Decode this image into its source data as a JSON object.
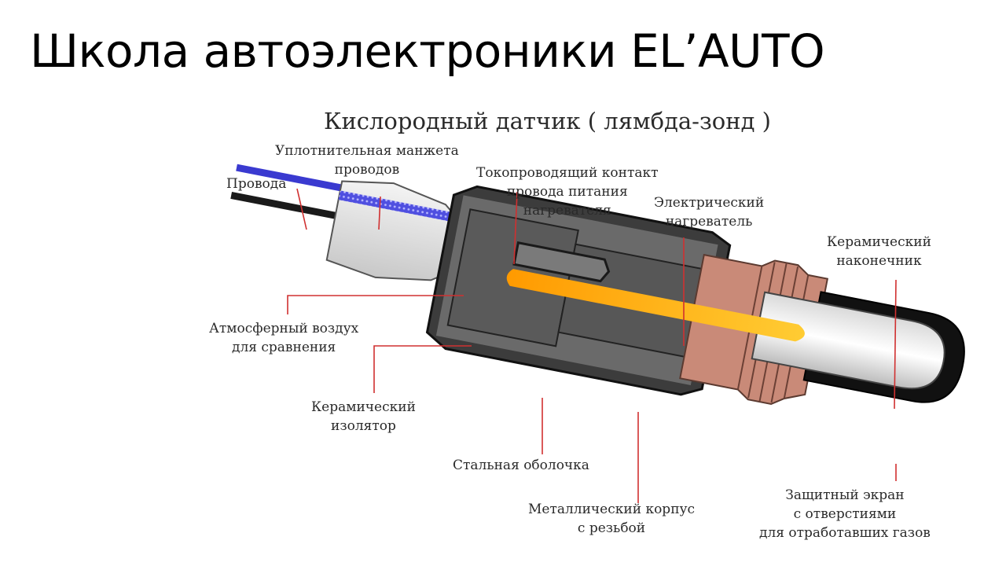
{
  "slide": {
    "title": "Школа автоэлектроники EL’AUTO"
  },
  "diagram": {
    "title": "Кислородный датчик ( лямбда-зонд )",
    "labels": {
      "wires": "Провода",
      "seal_line1": "Уплотнительная манжета",
      "seal_line2": "проводов",
      "contact_line1": "Токопроводящий контакт",
      "contact_line2": "провода питания",
      "contact_line3": "нагревателя",
      "heater_line1": "Электрический",
      "heater_line2": "нагреватель",
      "tip_line1": "Керамический",
      "tip_line2": "наконечник",
      "air_line1": "Атмосферный воздух",
      "air_line2": "для сравнения",
      "insulator_line1": "Керамический",
      "insulator_line2": "изолятор",
      "shell": "Стальная оболочка",
      "body_line1": "Металлический корпус",
      "body_line2": "с резьбой",
      "shield_line1": "Защитный экран",
      "shield_line2": "с отверстиями",
      "shield_line3": "для отработавших газов"
    }
  },
  "colors": {
    "wire_blue": "#3a3ad0",
    "wire_black": "#1a1a1a",
    "heater_orange": "#ffb000",
    "pointer_red": "#d03030",
    "steel": "#6a6a6a",
    "copper": "#c98a78"
  }
}
